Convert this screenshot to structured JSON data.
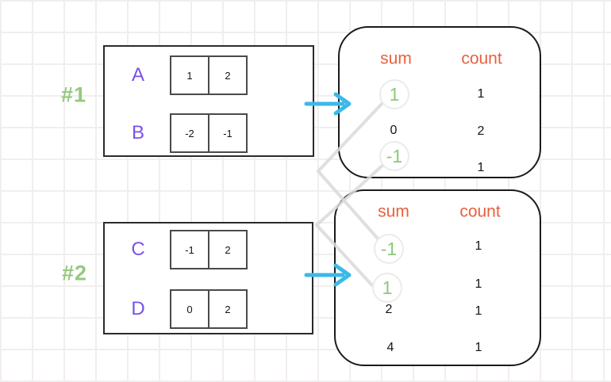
{
  "groups": [
    {
      "label": "#1",
      "rows": [
        {
          "name": "A",
          "cells": [
            "1",
            "2"
          ]
        },
        {
          "name": "B",
          "cells": [
            "-2",
            "-1"
          ]
        }
      ]
    },
    {
      "label": "#2",
      "rows": [
        {
          "name": "C",
          "cells": [
            "-1",
            "2"
          ]
        },
        {
          "name": "D",
          "cells": [
            "0",
            "2"
          ]
        }
      ]
    }
  ],
  "tables": [
    {
      "headers": {
        "sum": "sum",
        "count": "count"
      },
      "rows": [
        {
          "sum": "1",
          "count": "1",
          "highlighted": true
        },
        {
          "sum": "0",
          "count": "2",
          "highlighted": false
        },
        {
          "sum": "-1",
          "count": "1",
          "highlighted": true
        }
      ]
    },
    {
      "headers": {
        "sum": "sum",
        "count": "count"
      },
      "rows": [
        {
          "sum": "-1",
          "count": "1",
          "highlighted": true
        },
        {
          "sum": "1",
          "count": "1",
          "highlighted": true
        },
        {
          "sum": "2",
          "count": "1",
          "highlighted": false
        },
        {
          "sum": "4",
          "count": "1",
          "highlighted": false
        }
      ]
    }
  ],
  "connectors": [
    {
      "from": "table-1 sum 1",
      "to": "table-2 sum -1"
    },
    {
      "from": "table-1 sum -1",
      "to": "table-2 sum 1"
    }
  ],
  "icons": {
    "arrow_group1": "arrow-right-icon",
    "arrow_group2": "arrow-right-icon"
  },
  "colors": {
    "row_label_purple": "#7a52e8",
    "group_label_green": "#95c97e",
    "header_orange": "#e8603e",
    "highlight_green": "#8cc97c",
    "arrow_cyan": "#3bb9e8",
    "connector_gray": "#d9d9d9",
    "circle_stroke": "#ebebeb",
    "border_black": "#1b1b1b",
    "cell_border_gray": "#4a4a4a",
    "grid_line": "#f2eeee",
    "background": "#ffffff"
  }
}
